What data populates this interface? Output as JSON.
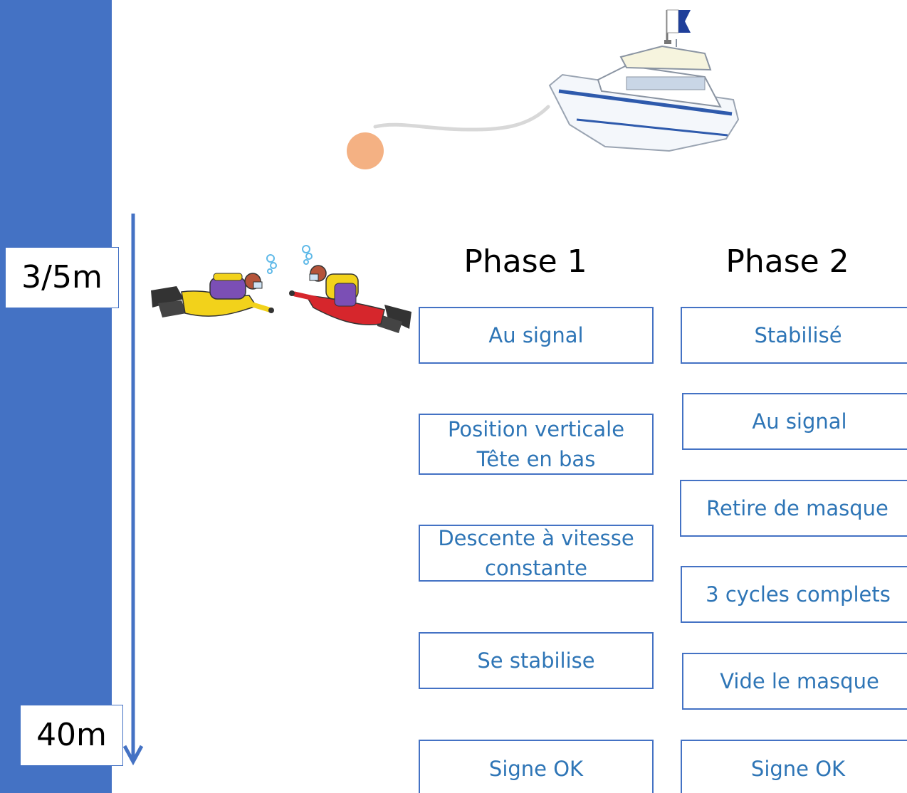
{
  "depth_labels": {
    "top": "3/5m",
    "bottom": "40m"
  },
  "phases": [
    {
      "title": "Phase 1",
      "steps": [
        {
          "lines": [
            "Au signal"
          ]
        },
        {
          "lines": [
            "Position verticale",
            "Tête en bas"
          ]
        },
        {
          "lines": [
            "Descente à vitesse",
            "constante"
          ]
        },
        {
          "lines": [
            "Se stabilise"
          ]
        },
        {
          "lines": [
            "Signe OK"
          ]
        }
      ]
    },
    {
      "title": "Phase 2",
      "steps": [
        {
          "lines": [
            "Stabilisé"
          ]
        },
        {
          "lines": [
            "Au signal"
          ]
        },
        {
          "lines": [
            "Retire de masque"
          ]
        },
        {
          "lines": [
            "3 cycles complets"
          ]
        },
        {
          "lines": [
            "Vide le masque"
          ]
        },
        {
          "lines": [
            "Signe OK"
          ]
        }
      ]
    }
  ],
  "icons": [
    "boat-icon",
    "dive-flag-icon",
    "buoy-icon",
    "diver-yellow-icon",
    "diver-red-icon",
    "depth-arrow-icon"
  ],
  "colors": {
    "water": "#4472C4",
    "box_border": "#4472C4",
    "box_text": "#2E75B6",
    "buoy": "#F4B183"
  }
}
